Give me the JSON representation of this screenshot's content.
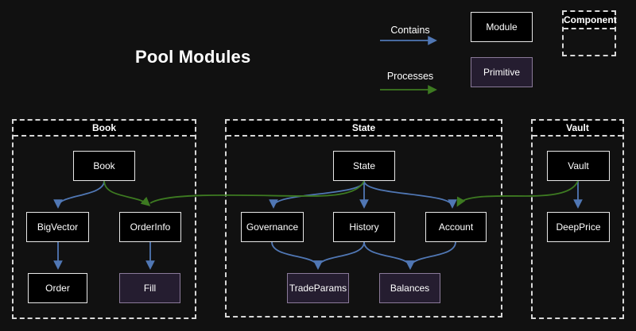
{
  "title": "Pool Modules",
  "legend": {
    "contains_label": "Contains",
    "processes_label": "Processes",
    "module_label": "Module",
    "primitive_label": "Primitive",
    "component_label": "Component"
  },
  "colors": {
    "background": "#111111",
    "box_bg": "#000000",
    "box_border": "#e8e8e8",
    "primitive_bg": "#251d30",
    "primitive_border": "#8a7a99",
    "contains_arrow_blue": "#5077b4",
    "processes_arrow_green": "#3d7a21",
    "cluster_dash": "#d8d8d8",
    "text": "#ffffff"
  },
  "clusters": [
    {
      "id": "book",
      "label": "Book"
    },
    {
      "id": "state",
      "label": "State"
    },
    {
      "id": "vault",
      "label": "Vault"
    }
  ],
  "nodes": {
    "book": {
      "label": "Book",
      "type": "module"
    },
    "bigvector": {
      "label": "BigVector",
      "type": "module"
    },
    "orderinfo": {
      "label": "OrderInfo",
      "type": "module"
    },
    "order": {
      "label": "Order",
      "type": "module"
    },
    "fill": {
      "label": "Fill",
      "type": "primitive"
    },
    "state": {
      "label": "State",
      "type": "module"
    },
    "governance": {
      "label": "Governance",
      "type": "module"
    },
    "history": {
      "label": "History",
      "type": "module"
    },
    "account": {
      "label": "Account",
      "type": "module"
    },
    "tradeparams": {
      "label": "TradeParams",
      "type": "primitive"
    },
    "balances": {
      "label": "Balances",
      "type": "primitive"
    },
    "vault": {
      "label": "Vault",
      "type": "module"
    },
    "deepprice": {
      "label": "DeepPrice",
      "type": "module"
    }
  },
  "edges": [
    {
      "from": "book",
      "to": "bigvector",
      "type": "contains"
    },
    {
      "from": "book",
      "to": "orderinfo",
      "type": "processes"
    },
    {
      "from": "state",
      "to": "orderinfo",
      "type": "processes"
    },
    {
      "from": "bigvector",
      "to": "order",
      "type": "contains"
    },
    {
      "from": "orderinfo",
      "to": "fill",
      "type": "contains"
    },
    {
      "from": "state",
      "to": "governance",
      "type": "contains"
    },
    {
      "from": "state",
      "to": "history",
      "type": "contains"
    },
    {
      "from": "state",
      "to": "account",
      "type": "contains"
    },
    {
      "from": "governance",
      "to": "tradeparams",
      "type": "contains"
    },
    {
      "from": "history",
      "to": "tradeparams",
      "type": "contains"
    },
    {
      "from": "history",
      "to": "balances",
      "type": "contains"
    },
    {
      "from": "account",
      "to": "balances",
      "type": "contains"
    },
    {
      "from": "vault",
      "to": "deepprice",
      "type": "contains"
    },
    {
      "from": "vault",
      "to": "account",
      "type": "processes"
    }
  ]
}
